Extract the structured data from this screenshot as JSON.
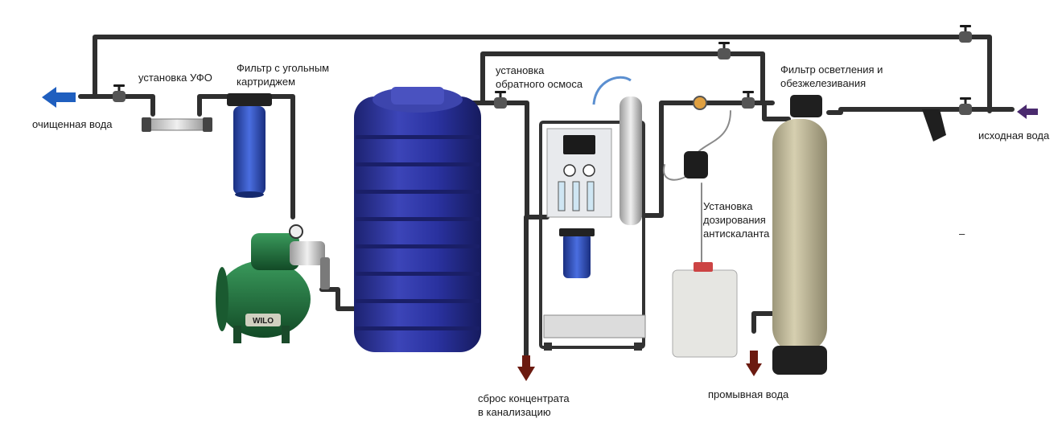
{
  "labels": {
    "clean_water": "очищенная вода",
    "uv_unit": "установка УФО",
    "carbon_filter": "Фильтр с угольным\nкартриджем",
    "ro_unit": "установка\nобратного осмоса",
    "iron_filter": "Фильтр осветления и\nобезжелезивания",
    "source_water": "исходная вода",
    "antiscalant": "Установка\nдозирования\nантискаланта",
    "concentrate_drain": "сброс концентрата\nв канализацию",
    "wash_water": "промывная вода",
    "stray_mark": "–"
  },
  "branding": {
    "pump_logo": "WILO"
  },
  "colors": {
    "pipe": "#2f2f2f",
    "tank": "#2a2f8f",
    "clean_arrow": "#1f5fbf",
    "source_arrow": "#4a2a6e",
    "drain_arrow": "#6b1a10",
    "pump_green": "#1e6b3a",
    "filter_body": "#c9c2a2",
    "housing_blue": "#2a46b0"
  },
  "icons": [
    "valve-icon",
    "arrow-left-icon",
    "arrow-down-icon",
    "pressure-gauge-icon",
    "flow-meter-icon"
  ]
}
